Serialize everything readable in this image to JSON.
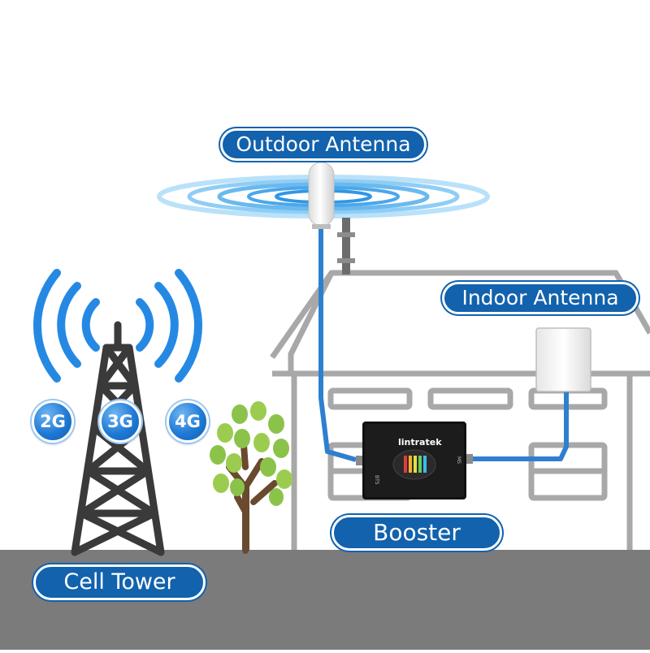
{
  "labels": {
    "outdoor_antenna": "Outdoor Antenna",
    "indoor_antenna": "Indoor Antenna",
    "booster": "Booster",
    "cell_tower": "Cell Tower"
  },
  "network_badges": [
    "2G",
    "3G",
    "4G"
  ],
  "booster_device": {
    "brand": "lintratek",
    "port_left": "BTS",
    "port_right": "MS"
  },
  "colors": {
    "label_blue": "#1262ad",
    "signal_blue": "#2589e4",
    "cable_blue": "#2f7fd0",
    "ground_gray": "#7b7b7b",
    "house_gray": "#a8a8a8",
    "tower_dark": "#3a3a3a",
    "leaf_green": "#8bc34a"
  }
}
